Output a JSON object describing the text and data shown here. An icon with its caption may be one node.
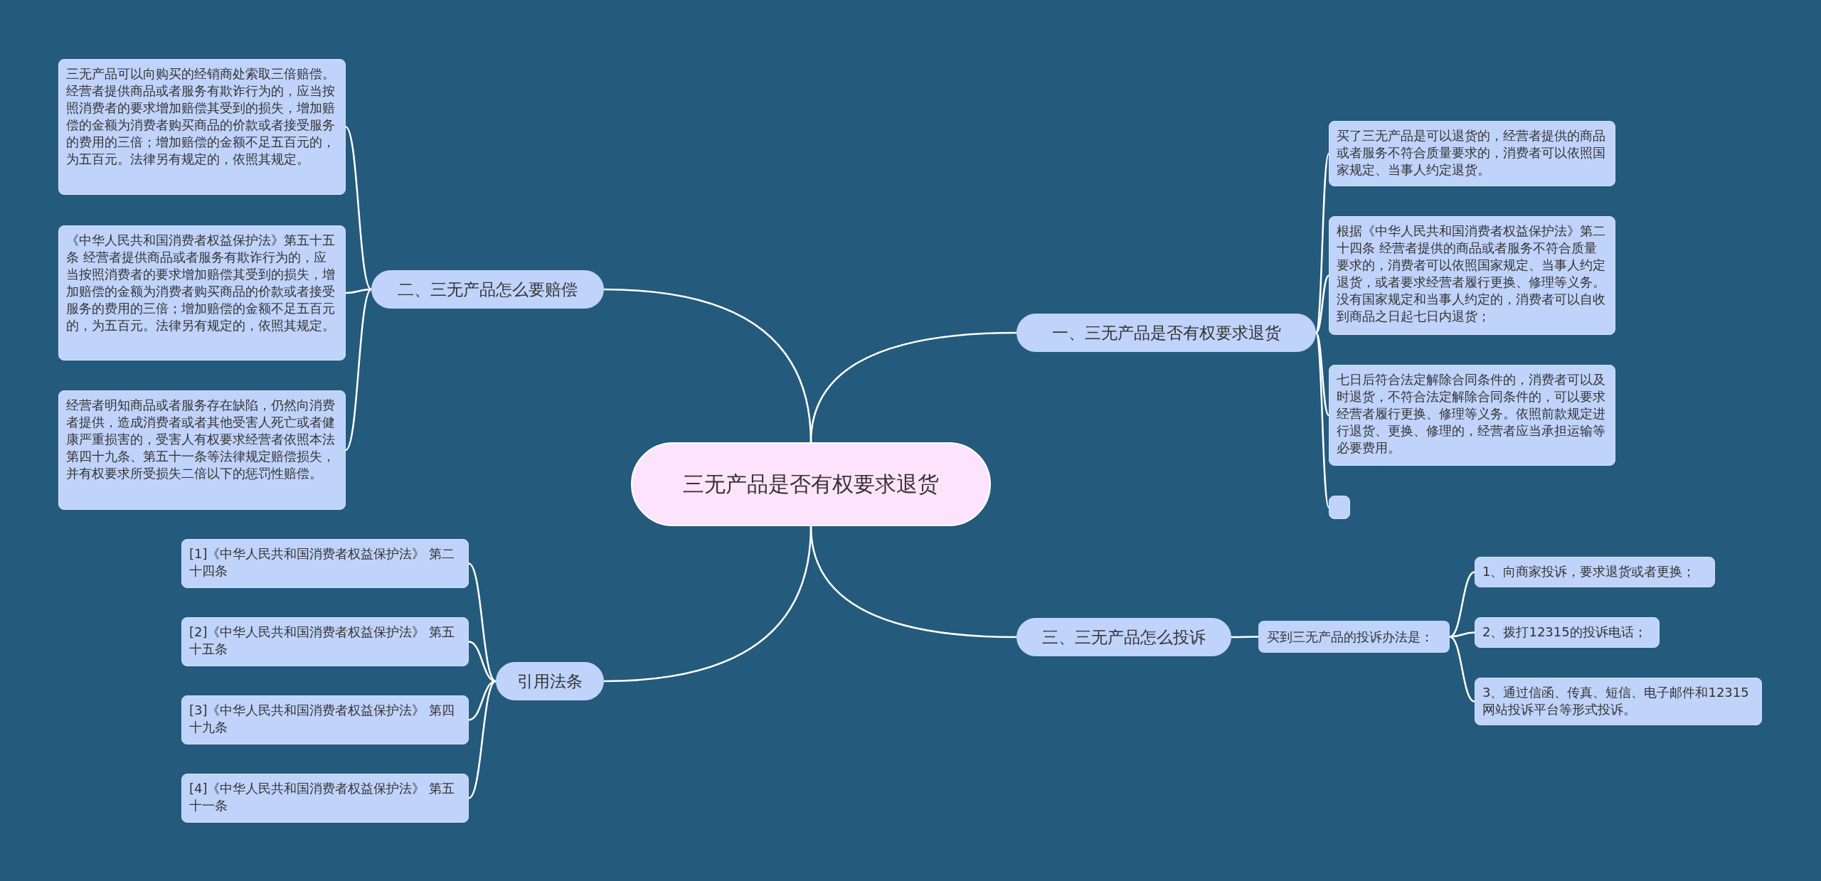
{
  "diagram": {
    "nodes": [
      {
        "text": [
          "三无产品是否有权要求退货"
        ]
      },
      {
        "text": [
          "一、三无产品是否有权要求退货"
        ]
      },
      {
        "text": [
          "买了三无产品是可以退货的，经营者提供的商品或者服务不符合质量要求的，消费者可以依照国家规定、当事人约定退货。"
        ]
      },
      {
        "text": [
          "根据《中华人民共和国消费者权益保护法》第二十四条 经营者提供的商品或者服务不符合质量要求的，消费者可以依照国家规定、当事人约定退货，或者要求经营者履行更换、修理等义务。没有国家规定和当事人约定的，消费者可以自收到商品之日起七日内退货；"
        ]
      },
      {
        "text": [
          "七日后符合法定解除合同条件的，消费者可以及时退货，不符合法定解除合同条件的，可以要求经营者履行更换、修理等义务。依照前款规定进行退货、更换、修理的，经营者应当承担运输等必要费用。"
        ]
      },
      {
        "text": [],
        "shape": "box"
      },
      {
        "text": [
          "二、三无产品怎么要赔偿"
        ]
      },
      {
        "text": [
          "三无产品可以向购买的经销商处索取三倍赔偿。经营者提供商品或者服务有欺诈行为的，应当按照消费者的要求增加赔偿其受到的损失，增加赔偿的金额为消费者购买商品的价款或者接受服务的费用的三倍；增加赔偿的金额不足五百元的，为五百元。法律另有规定的，依照其规定。"
        ]
      },
      {
        "text": [
          "《中华人民共和国消费者权益保护法》第五十五条 经营者提供商品或者服务有欺诈行为的，应当按照消费者的要求增加赔偿其受到的损失，增加赔偿的金额为消费者购买商品的价款或者接受服务的费用的三倍；增加赔偿的金额不足五百元的，为五百元。法律另有规定的，依照其规定。"
        ]
      },
      {
        "text": [
          "经营者明知商品或者服务存在缺陷，仍然向消费者提供，造成消费者或者其他受害人死亡或者健康严重损害的，受害人有权要求经营者依照本法第四十九条、第五十一条等法律规定赔偿损失，并有权要求所受损失二倍以下的惩罚性赔偿。"
        ]
      },
      {
        "text": [
          "三、三无产品怎么投诉"
        ]
      },
      {
        "text": [
          "买到三无产品的投诉办法是："
        ]
      },
      {
        "text": [
          "1、向商家投诉，要求退货或者更换；"
        ]
      },
      {
        "text": [
          "2、拨打12315的投诉电话；"
        ]
      },
      {
        "text": [
          "3、通过信函、传真、短信、电子邮件和12315网站投诉平台等形式投诉。"
        ]
      },
      {
        "text": [
          "引用法条"
        ]
      },
      {
        "text": [
          "[1]《中华人民共和国消费者权益保护法》 第二十四条"
        ]
      },
      {
        "text": [
          "[2]《中华人民共和国消费者权益保护法》 第五十五条"
        ]
      },
      {
        "text": [
          "[3]《中华人民共和国消费者权益保护法》 第四十九条"
        ]
      },
      {
        "text": [
          "[4]《中华人民共和国消费者权益保护法》 第五十一条"
        ]
      }
    ],
    "edges": [
      {
        "from": 0,
        "to": 1,
        "arrow": "none"
      },
      {
        "from": 1,
        "to": 2,
        "arrow": "none"
      },
      {
        "from": 1,
        "to": 3,
        "arrow": "none"
      },
      {
        "from": 1,
        "to": 4,
        "arrow": "none"
      },
      {
        "from": 1,
        "to": 5,
        "arrow": "none"
      },
      {
        "from": 0,
        "to": 6,
        "arrow": "none"
      },
      {
        "from": 6,
        "to": 7,
        "arrow": "none"
      },
      {
        "from": 6,
        "to": 8,
        "arrow": "none"
      },
      {
        "from": 6,
        "to": 9,
        "arrow": "none"
      },
      {
        "from": 0,
        "to": 10,
        "arrow": "none"
      },
      {
        "from": 10,
        "to": 11,
        "arrow": "none"
      },
      {
        "from": 11,
        "to": 12,
        "arrow": "none"
      },
      {
        "from": 11,
        "to": 13,
        "arrow": "none"
      },
      {
        "from": 11,
        "to": 14,
        "arrow": "none"
      },
      {
        "from": 0,
        "to": 15,
        "arrow": "none"
      },
      {
        "from": 15,
        "to": 16,
        "arrow": "none"
      },
      {
        "from": 15,
        "to": 17,
        "arrow": "none"
      },
      {
        "from": 15,
        "to": 18,
        "arrow": "none"
      },
      {
        "from": 15,
        "to": 19,
        "arrow": "none"
      }
    ]
  }
}
